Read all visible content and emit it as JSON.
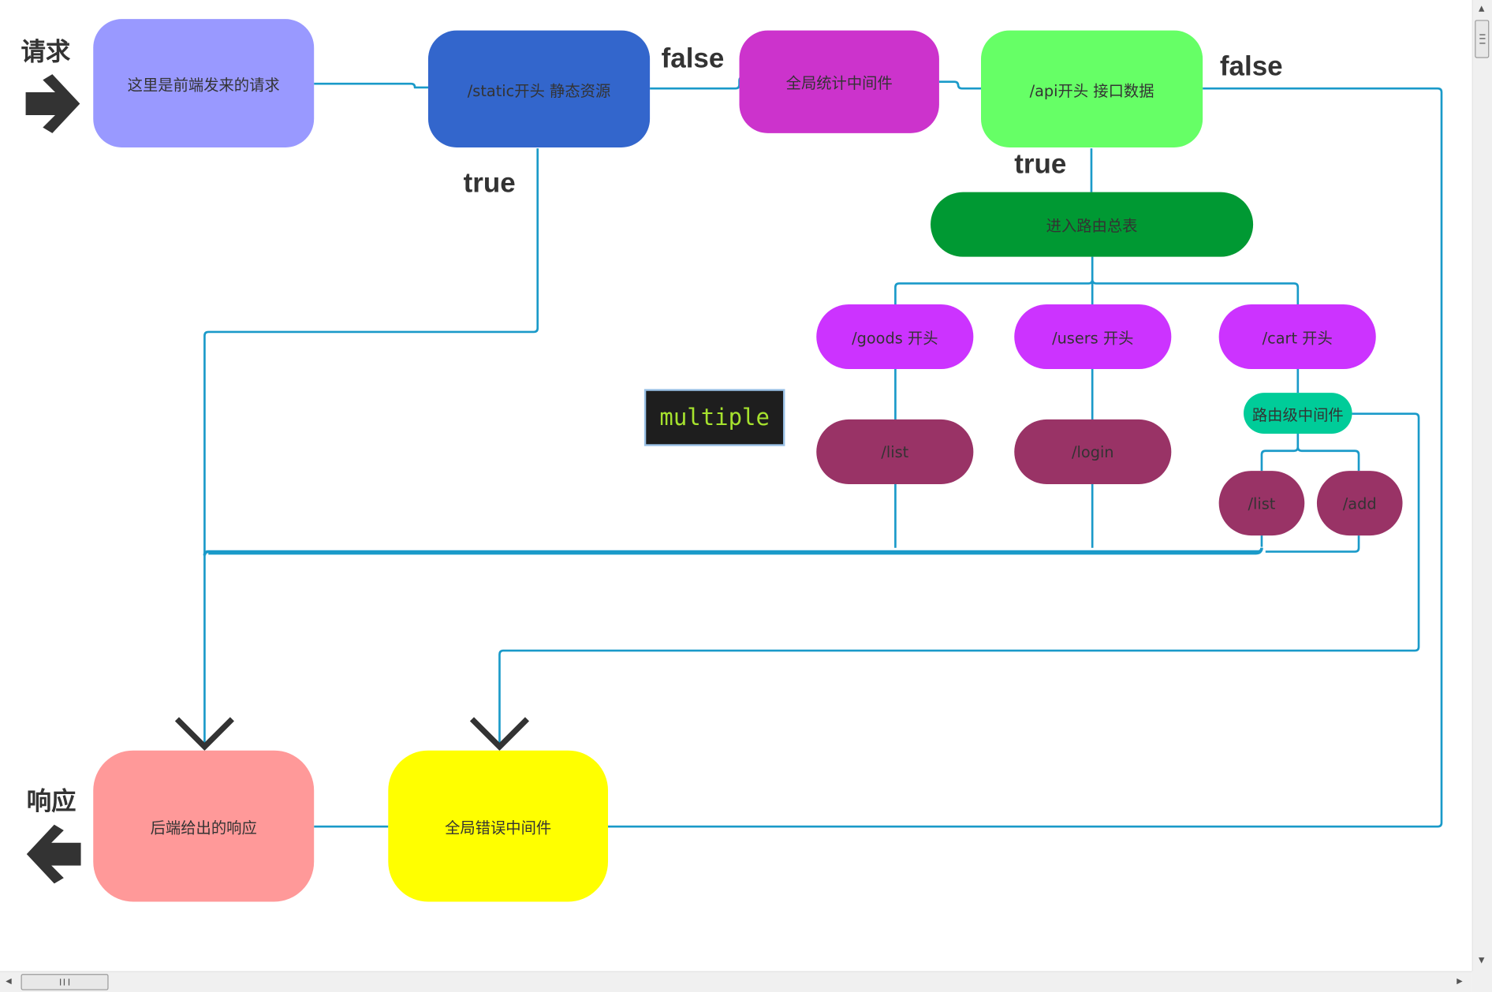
{
  "labels": {
    "request_title": "请求",
    "response_title": "响应",
    "false_1": "false",
    "false_2": "false",
    "true_1": "true",
    "true_2": "true",
    "multiple": "multiple"
  },
  "nodes": {
    "frontend_request": "这里是前端发来的请求",
    "static_prefix": "/static开头 静态资源",
    "global_stats": "全局统计中间件",
    "api_prefix": "/api开头 接口数据",
    "route_table": "进入路由总表",
    "goods_prefix": "/goods 开头",
    "users_prefix": "/users 开头",
    "cart_prefix": "/cart 开头",
    "route_middleware": "路由级中间件",
    "goods_list": "/list",
    "users_login": "/login",
    "cart_list": "/list",
    "cart_add": "/add",
    "backend_response": "后端给出的响应",
    "global_error": "全局错误中间件"
  },
  "colors": {
    "frontend_request": "#9999ff",
    "static_prefix": "#3366cc",
    "global_stats": "#cc33cc",
    "api_prefix": "#66ff66",
    "route_table": "#009933",
    "route_prefix": "#cc33ff",
    "route_middleware": "#00cc99",
    "leaf_route": "#993366",
    "backend_response": "#ff9999",
    "global_error": "#ffff00",
    "connector": "#1a9ac9",
    "arrow": "#333333",
    "multiple_text": "#a6e22e"
  },
  "icons": {
    "request_arrow": "arrow-right-icon",
    "response_arrow": "arrow-left-icon",
    "down_chevron": "chevron-down-icon"
  }
}
